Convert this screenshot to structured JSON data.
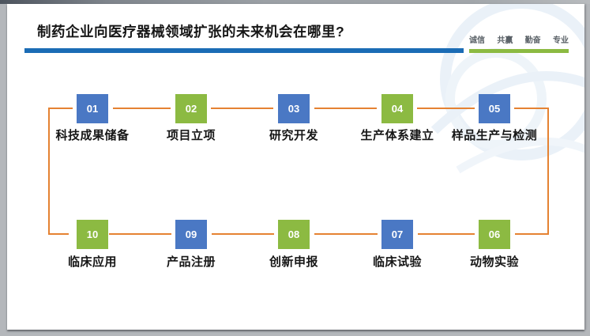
{
  "slide": {
    "title": "制药企业向医疗器械领域扩张的未来机会在哪里?",
    "slogan": [
      "诚信",
      "共赢",
      "勤奋",
      "专业"
    ],
    "colors": {
      "title_underline_blue": "#1B6CB5",
      "accent_green": "#8CBA42",
      "box_blue": "#4A78C4",
      "box_green": "#8CBA42",
      "connector_orange": "#E58232",
      "text_dark": "#161616"
    }
  },
  "steps": [
    {
      "num": "01",
      "label": "科技成果储备",
      "color": "blue"
    },
    {
      "num": "02",
      "label": "项目立项",
      "color": "green"
    },
    {
      "num": "03",
      "label": "研究开发",
      "color": "blue"
    },
    {
      "num": "04",
      "label": "生产体系建立",
      "color": "green"
    },
    {
      "num": "05",
      "label": "样品生产与检测",
      "color": "blue"
    },
    {
      "num": "06",
      "label": "动物实验",
      "color": "green"
    },
    {
      "num": "07",
      "label": "临床试验",
      "color": "blue"
    },
    {
      "num": "08",
      "label": "创新申报",
      "color": "green"
    },
    {
      "num": "09",
      "label": "产品注册",
      "color": "blue"
    },
    {
      "num": "10",
      "label": "临床应用",
      "color": "green"
    }
  ]
}
